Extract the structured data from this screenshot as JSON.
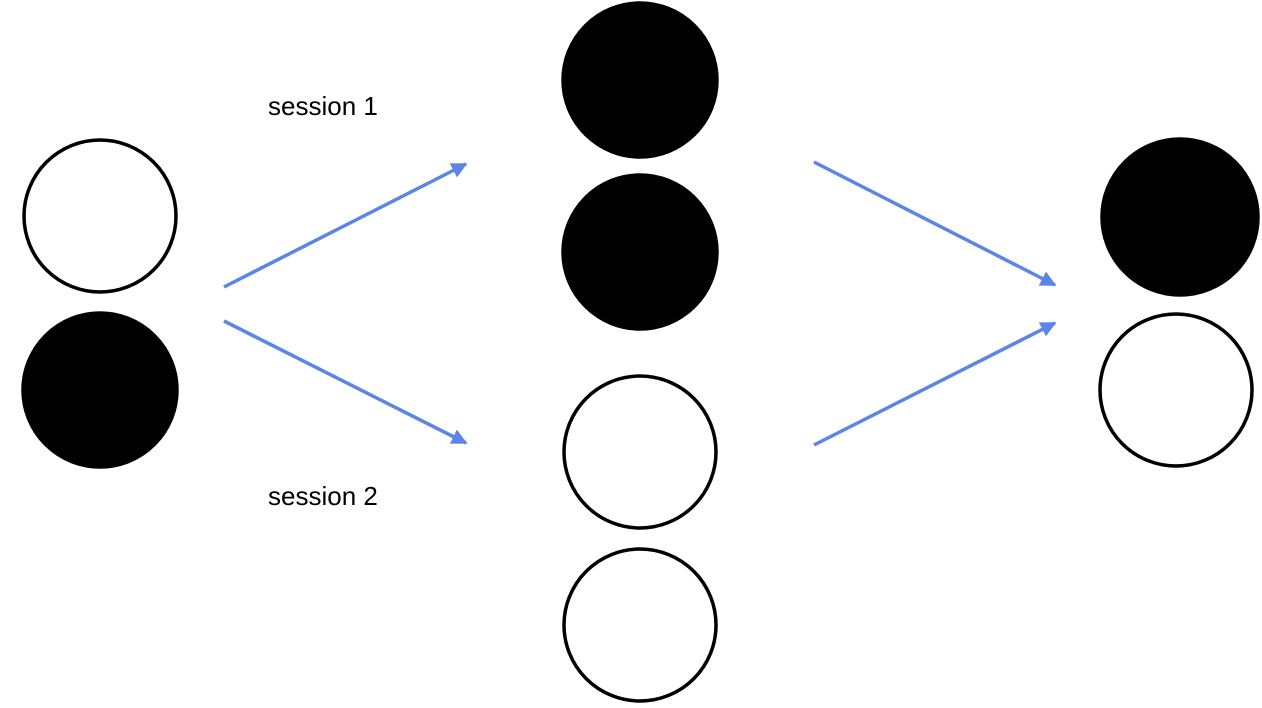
{
  "labels": {
    "session_1": "session 1",
    "session_2": "session 2"
  },
  "colors": {
    "arrow": "#5b86e5",
    "filled": "#000000",
    "empty": "#ffffff",
    "stroke": "#000000"
  },
  "nodes": {
    "left": [
      "empty",
      "filled"
    ],
    "middle": [
      "filled",
      "filled",
      "empty",
      "empty"
    ],
    "right": [
      "filled",
      "empty"
    ]
  }
}
